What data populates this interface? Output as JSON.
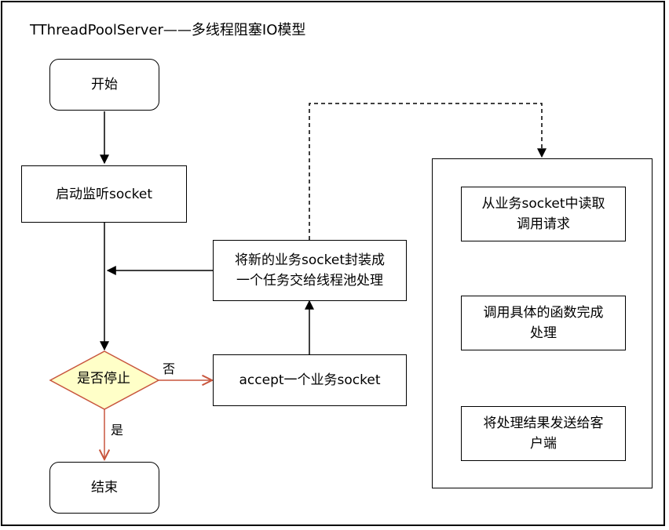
{
  "title": "TThreadPoolServer——多线程阻塞IO模型",
  "nodes": {
    "start": "开始",
    "listen": "启动监听socket",
    "decision": "是否停止",
    "end": "结束",
    "accept": "accept一个业务socket",
    "wrap_line1": "将新的业务socket封装成",
    "wrap_line2": "一个任务交给线程池处理",
    "read_line1": "从业务socket中读取",
    "read_line2": "调用请求",
    "process_line1": "调用具体的函数完成",
    "process_line2": "处理",
    "send_line1": "将处理结果发送给客",
    "send_line2": "户端"
  },
  "edges": {
    "no_label": "否",
    "yes_label": "是"
  },
  "colors": {
    "decision_fill": "#ffffc8",
    "decision_stroke": "#c8553d",
    "branch_arrow": "#c8553d",
    "line": "#000000"
  }
}
